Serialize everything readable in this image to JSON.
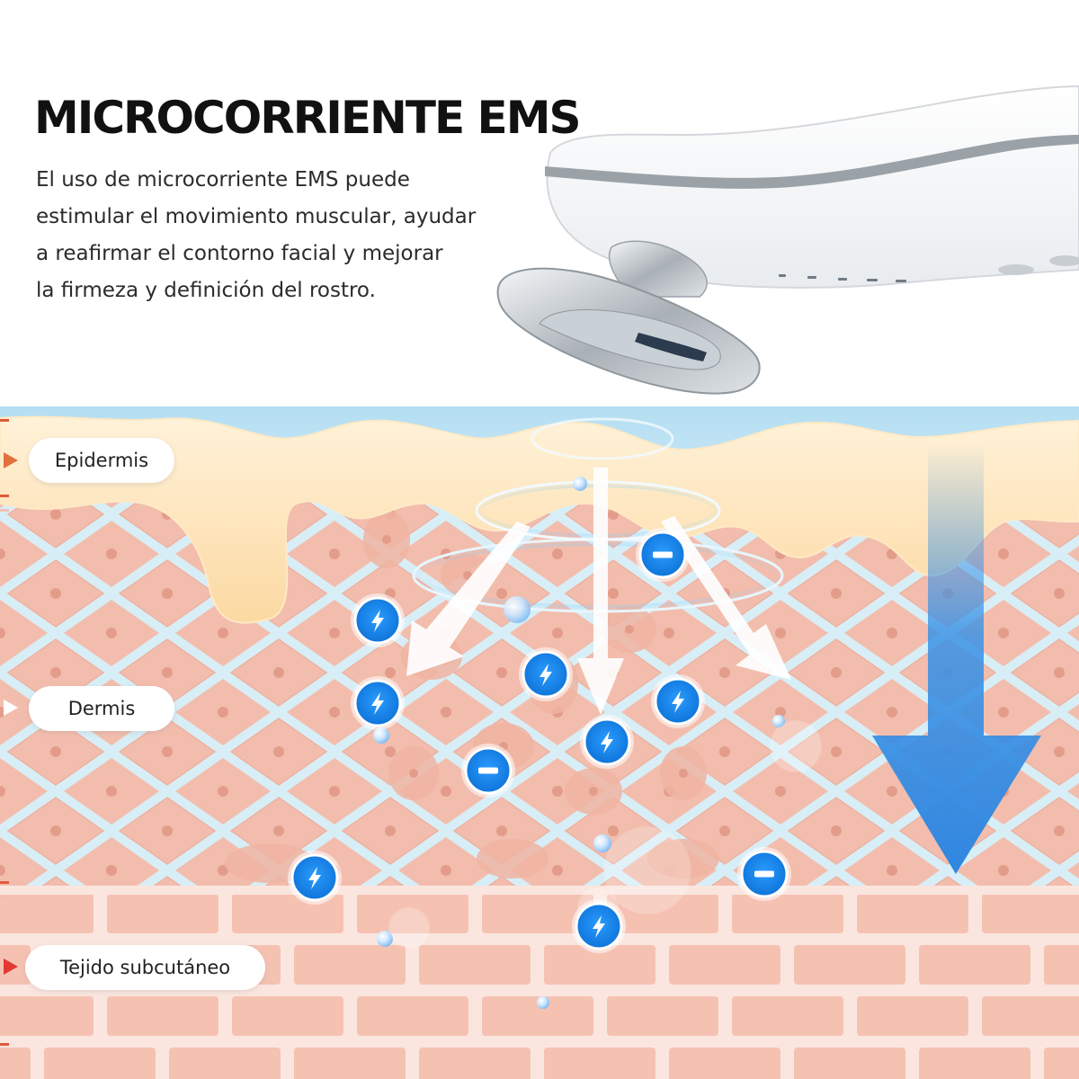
{
  "title": "MICROCORRIENTE EMS",
  "description": [
    "El uso de microcorriente EMS puede",
    "estimular el movimiento muscular, ayudar",
    "a reafirmar el contorno facial y mejorar",
    "la firmeza y definición del rostro."
  ],
  "layers": {
    "epidermis": "Epidermis",
    "dermis": "Dermis",
    "subcutaneous": "Tejido subcutáneo"
  },
  "icons": {
    "device": "beauty-device-icon",
    "current": "lightning-icon",
    "ion": "minus-icon",
    "direction": "arrow-down-icon"
  },
  "colors": {
    "epidermis": "#fde3b4",
    "dermis_cells": "#f3bfae",
    "subcutaneous": "#f7cabb",
    "mesh": "#d8eef6",
    "sky": "#bfe4f3",
    "arrow": "#3b93e6",
    "badge": "#1c8ff0",
    "marker_orange": "#e0703e",
    "marker_red": "#e23a32"
  }
}
